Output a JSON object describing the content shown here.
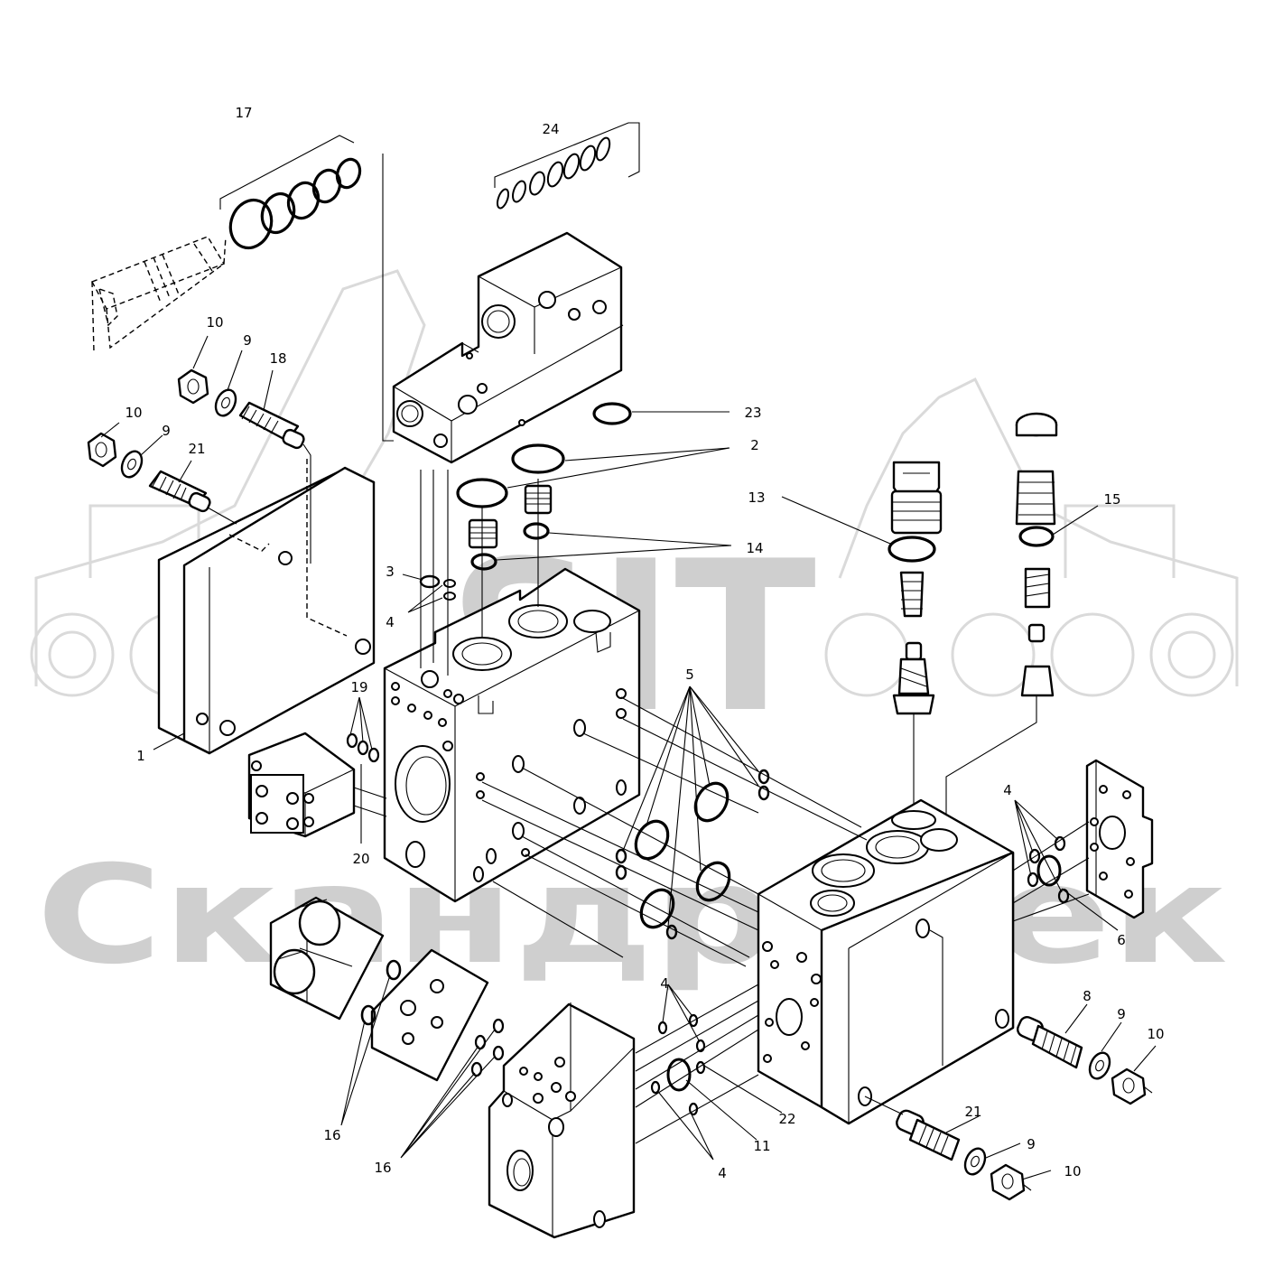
{
  "diagram": {
    "watermark": {
      "logo": "SIT",
      "company": "Скандротек"
    },
    "callouts": [
      {
        "id": "c17",
        "text": "17"
      },
      {
        "id": "c24",
        "text": "24"
      },
      {
        "id": "c10a",
        "text": "10"
      },
      {
        "id": "c9a",
        "text": "9"
      },
      {
        "id": "c18",
        "text": "18"
      },
      {
        "id": "c10b",
        "text": "10"
      },
      {
        "id": "c9b",
        "text": "9"
      },
      {
        "id": "c21a",
        "text": "21"
      },
      {
        "id": "c23",
        "text": "23"
      },
      {
        "id": "c2",
        "text": "2"
      },
      {
        "id": "c13",
        "text": "13"
      },
      {
        "id": "c15",
        "text": "15"
      },
      {
        "id": "c14",
        "text": "14"
      },
      {
        "id": "c3",
        "text": "3"
      },
      {
        "id": "c4a",
        "text": "4"
      },
      {
        "id": "c5",
        "text": "5"
      },
      {
        "id": "c19",
        "text": "19"
      },
      {
        "id": "c1",
        "text": "1"
      },
      {
        "id": "c20",
        "text": "20"
      },
      {
        "id": "c4b",
        "text": "4"
      },
      {
        "id": "c6",
        "text": "6"
      },
      {
        "id": "c8",
        "text": "8"
      },
      {
        "id": "c9c",
        "text": "9"
      },
      {
        "id": "c10c",
        "text": "10"
      },
      {
        "id": "c4c",
        "text": "4"
      },
      {
        "id": "c22",
        "text": "22"
      },
      {
        "id": "c11",
        "text": "11"
      },
      {
        "id": "c4d",
        "text": "4"
      },
      {
        "id": "c21b",
        "text": "21"
      },
      {
        "id": "c9d",
        "text": "9"
      },
      {
        "id": "c10d",
        "text": "10"
      },
      {
        "id": "c16a",
        "text": "16"
      },
      {
        "id": "c16b",
        "text": "16"
      }
    ]
  }
}
